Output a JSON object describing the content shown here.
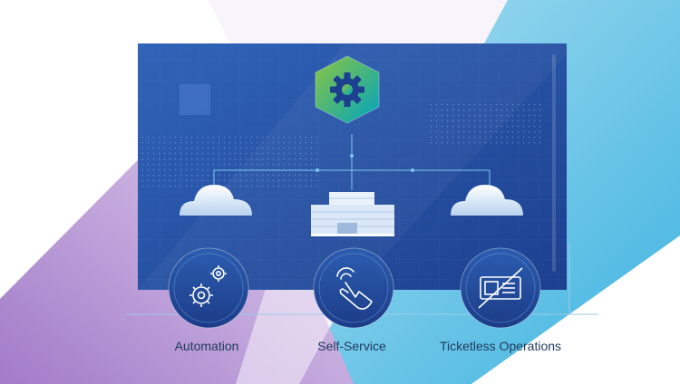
{
  "capabilities": [
    {
      "key": "automation",
      "label": "Automation",
      "icon": "gears-icon"
    },
    {
      "key": "self_service",
      "label": "Self-Service",
      "icon": "touch-hand-icon"
    },
    {
      "key": "ticketless",
      "label": "Ticketless Operations",
      "icon": "crossed-ticket-icon"
    }
  ],
  "hub": {
    "icon": "gear-hexagon-icon"
  },
  "nodes": [
    {
      "name": "left-cloud",
      "icon": "cloud-icon"
    },
    {
      "name": "datacenter",
      "icon": "building-icon"
    },
    {
      "name": "right-cloud",
      "icon": "cloud-icon"
    }
  ],
  "colors": {
    "panel": "#2f5fb3",
    "panel_dark": "#1f3f8e",
    "teal_band": "#7fcce8",
    "purple_band": "#c9a9dd",
    "hub_green": "#7cc242",
    "hub_teal": "#00a6b8",
    "text": "#1f3a5c"
  }
}
